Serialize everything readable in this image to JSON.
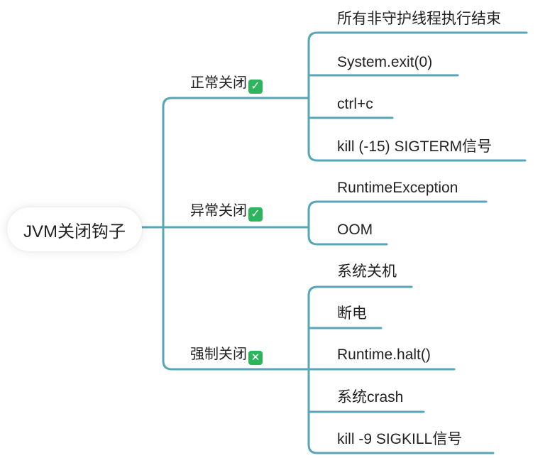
{
  "root": {
    "label": "JVM关闭钩子"
  },
  "style": {
    "line_color": "#57a6b8",
    "check_color": "#2db55d"
  },
  "branches": [
    {
      "label": "正常关闭",
      "mark_icon": "check-mark-icon",
      "mark": "✓",
      "leaves": [
        "所有非守护线程执行结束",
        "System.exit(0)",
        "ctrl+c",
        "kill (-15) SIGTERM信号"
      ]
    },
    {
      "label": "异常关闭",
      "mark_icon": "check-mark-icon",
      "mark": "✓",
      "leaves": [
        "RuntimeException",
        "OOM"
      ]
    },
    {
      "label": "强制关闭",
      "mark_icon": "cross-mark-icon",
      "mark": "✕",
      "leaves": [
        "系统关机",
        "断电",
        "Runtime.halt()",
        "系统crash",
        "kill -9 SIGKILL信号"
      ]
    }
  ]
}
